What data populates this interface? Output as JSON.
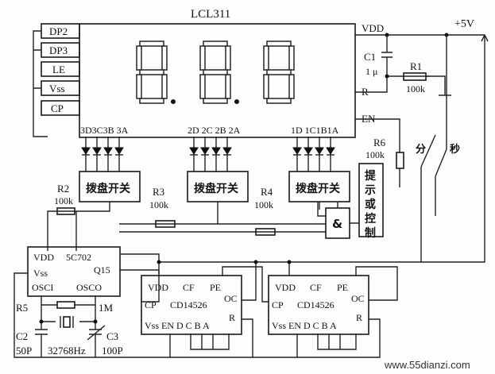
{
  "lcl311": {
    "title": "LCL311",
    "left_pins": [
      "DP2",
      "DP3",
      "LE",
      "Vss",
      "CP"
    ],
    "right_pins": [
      "VDD",
      "R",
      "EN"
    ],
    "bottom_groups": [
      "3D3C3B 3A",
      "2D 2C 2B 2A",
      "1D 1C1B1A"
    ]
  },
  "switches": {
    "label": "拨盘开关"
  },
  "power": {
    "label": "+5V"
  },
  "c1": {
    "name": "C1",
    "value": "1 μ"
  },
  "r1": {
    "name": "R1",
    "value": "100k"
  },
  "r2": {
    "name": "R2",
    "value": "100k"
  },
  "r3": {
    "name": "R3",
    "value": "100k"
  },
  "r4": {
    "name": "R4",
    "value": "100k"
  },
  "r5": {
    "name": "R5",
    "value": "1M"
  },
  "r6": {
    "name": "R6",
    "value": "100k"
  },
  "c2": {
    "name": "C2",
    "value": "50P"
  },
  "c3": {
    "name": "C3",
    "value": "100P"
  },
  "crystal": {
    "value": "32768Hz"
  },
  "and_gate": {
    "label": "&"
  },
  "indicator": {
    "chars": [
      "提",
      "示",
      "或",
      "控",
      "制"
    ]
  },
  "selector": {
    "min_label": "分",
    "sec_label": "秒"
  },
  "osc_chip": {
    "part": "5C702",
    "vdd": "VDD",
    "vss": "Vss",
    "q15": "Q15",
    "osci": "OSCI",
    "osco": "OSCO"
  },
  "counters": [
    {
      "part": "CD14526",
      "vdd": "VDD",
      "cf": "CF",
      "pe": "PE",
      "cp": "CP",
      "oc": "OC",
      "bottom": "Vss EN  D C B A",
      "r": "R"
    },
    {
      "part": "CD14526",
      "vdd": "VDD",
      "cf": "CF",
      "pe": "PE",
      "cp": "CP",
      "oc": "OC",
      "bottom": "Vss EN  D C B A",
      "r": "R"
    }
  ],
  "watermark": "www.55dianzi.com"
}
